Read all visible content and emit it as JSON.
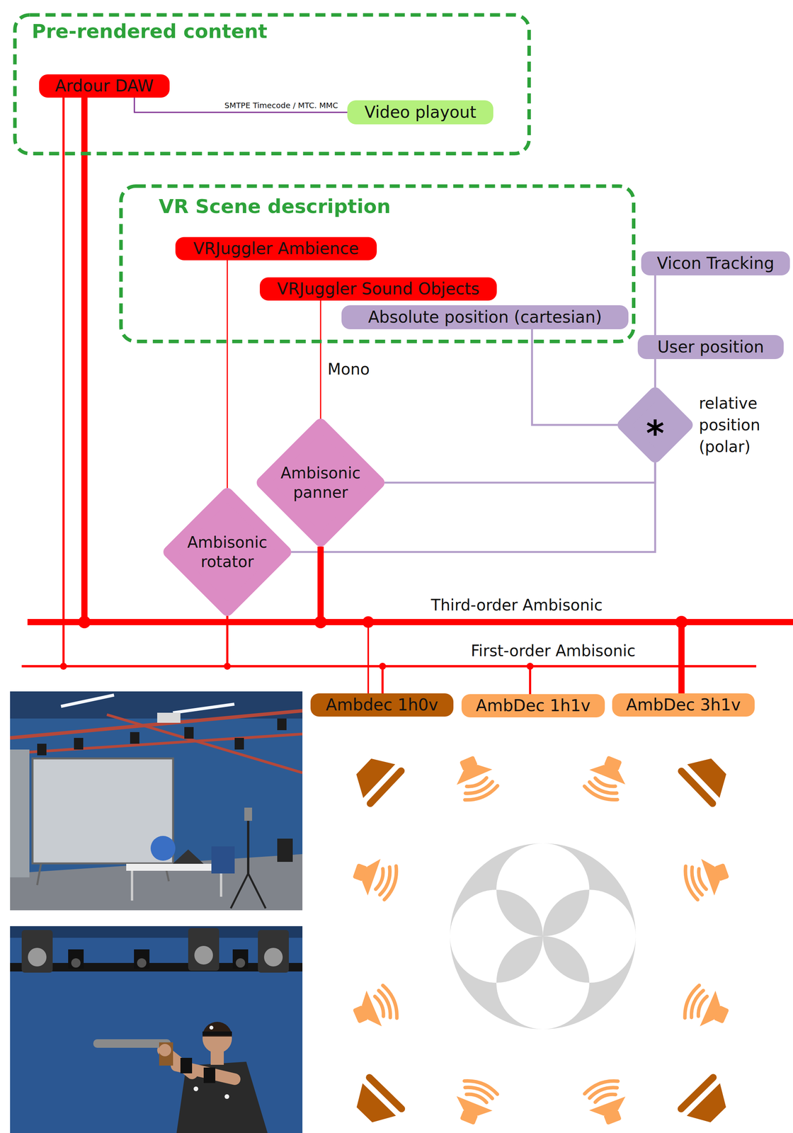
{
  "diagram": {
    "nodes": [
      {
        "text": [
          "Pre-rendered content"
        ]
      },
      {
        "text": [
          "Ardour DAW"
        ],
        "in": 0
      },
      {
        "text": [
          "Video playout"
        ],
        "in": 0
      },
      {
        "text": [
          "VR Scene description"
        ]
      },
      {
        "text": [
          "VRJuggler Ambience"
        ],
        "in": 3
      },
      {
        "text": [
          "VRJuggler Sound Objects"
        ],
        "in": 3
      },
      {
        "text": [
          "Absolute position (cartesian)"
        ],
        "in": 3
      },
      {
        "text": [
          "Vicon Tracking"
        ]
      },
      {
        "text": [
          "User position"
        ]
      },
      {
        "text": [
          "*",
          "relative position (polar)"
        ]
      },
      {
        "text": [
          "Ambisonic panner"
        ]
      },
      {
        "text": [
          "Ambisonic rotator"
        ]
      },
      {
        "text": [
          "Ambdec 1h0v"
        ]
      },
      {
        "text": [
          "AmbDec 1h1v"
        ]
      },
      {
        "text": [
          "AmbDec 3h1v"
        ]
      }
    ],
    "edges": [
      {
        "from": 1,
        "to": 2,
        "label": "SMTPE Timecode / MTC. MMC",
        "arrow": "none"
      },
      {
        "from": 4,
        "to": 11,
        "arrow": "none"
      },
      {
        "from": 5,
        "to": 10,
        "label": "Mono",
        "arrow": "none"
      },
      {
        "from": 6,
        "to": 9,
        "arrow": "none"
      },
      {
        "from": 7,
        "to": 8,
        "arrow": "none"
      },
      {
        "from": 8,
        "to": 9,
        "arrow": "none"
      },
      {
        "from": 9,
        "to": 10,
        "arrow": "none"
      },
      {
        "from": 9,
        "to": 11,
        "arrow": "none"
      },
      {
        "from": 1,
        "to": 12,
        "arrow": "none"
      },
      {
        "from": 1,
        "to": 14,
        "arrow": "none"
      },
      {
        "from": 10,
        "to": 12,
        "arrow": "none"
      },
      {
        "from": 10,
        "to": 14,
        "arrow": "none"
      },
      {
        "from": 1,
        "to": 12,
        "arrow": "none"
      },
      {
        "from": 1,
        "to": 13,
        "arrow": "none"
      },
      {
        "from": 11,
        "to": 12,
        "arrow": "none"
      },
      {
        "from": 11,
        "to": 13,
        "arrow": "none"
      }
    ],
    "labels": [
      "Third-order Ambisonic",
      "First-order Ambisonic"
    ]
  }
}
